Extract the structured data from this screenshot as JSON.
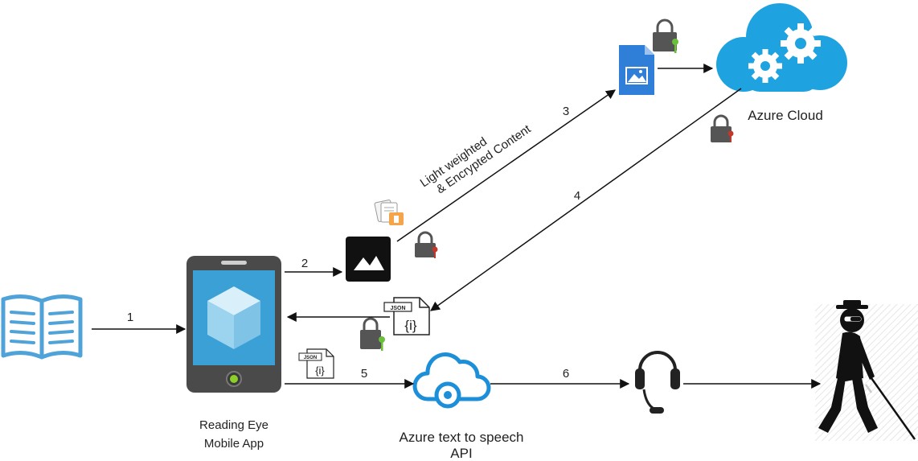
{
  "steps": {
    "s1": "1",
    "s2": "2",
    "s3": "3",
    "s4": "4",
    "s5": "5",
    "s6": "6"
  },
  "labels": {
    "light_weighted": "Light weighted",
    "encrypted_content": "& Encrypted Content",
    "azure_cloud": "Azure Cloud",
    "app_line1": "Reading Eye",
    "app_line2": "Mobile App",
    "tts_line1": "Azure text to speech",
    "tts_line2": "API",
    "json_tag": "JSON",
    "json_braces": "{i}"
  },
  "colors": {
    "book": "#4fa3d9",
    "phone_body": "#4a4a4a",
    "phone_screen": "#3aa0d6",
    "cloud": "#1ea3e0",
    "file_icon": "#2f7fd9",
    "tts_icon": "#1d8fd8",
    "lock": "#555555",
    "key_green": "#6cbf3a",
    "key_red": "#c0392b"
  },
  "icons": [
    "book-icon",
    "mobile-phone-icon",
    "image-icon",
    "documents-icon",
    "image-file-icon",
    "azure-cloud-icon",
    "json-file-icon",
    "lock-icon",
    "text-to-speech-icon",
    "headset-icon",
    "blind-person-icon"
  ]
}
